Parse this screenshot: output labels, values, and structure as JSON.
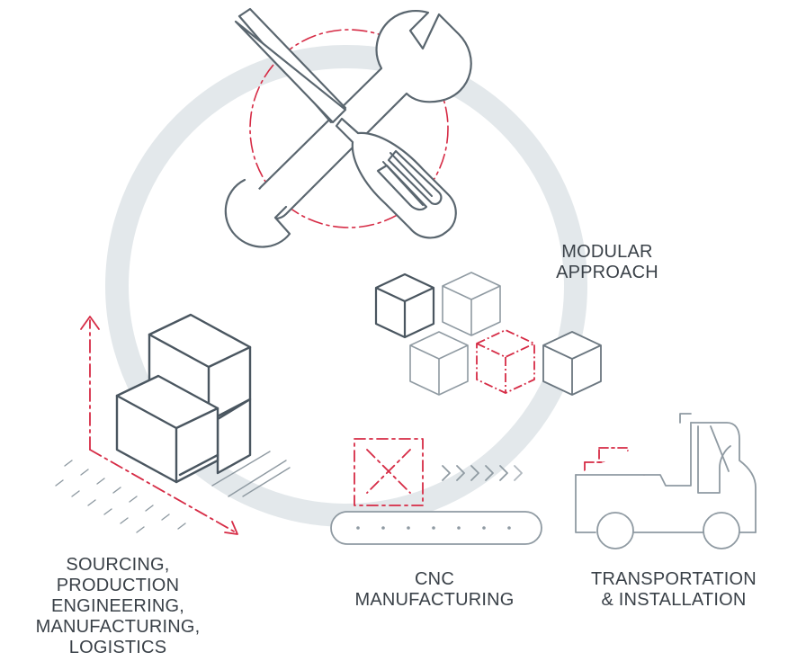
{
  "colors": {
    "circle": "#e3e8eb",
    "stroke_dark": "#4a5660",
    "stroke_mid": "#6b7780",
    "stroke_light": "#8f9aa2",
    "accent_red": "#d62b45",
    "text": "#3a4148"
  },
  "labels": {
    "modular": [
      "MODULAR",
      "APPROACH"
    ],
    "sourcing": [
      "SOURCING,",
      "PRODUCTION",
      "ENGINEERING,",
      "MANUFACTURING,",
      "LOGISTICS"
    ],
    "cnc": [
      "CNC",
      "MANUFACTURING"
    ],
    "transport": [
      "TRANSPORTATION",
      "& INSTALLATION"
    ]
  },
  "icons": [
    "tools-icon",
    "cubes-icon",
    "boxes-icon",
    "conveyor-icon",
    "forklift-icon"
  ]
}
